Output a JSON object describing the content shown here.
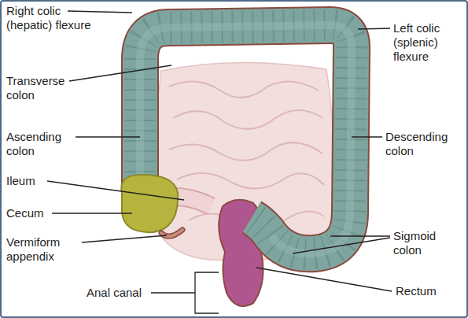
{
  "diagram": {
    "labels": [
      "Right colic (hepatic) flexure",
      "Left colic (splenic) flexure",
      "Transverse colon",
      "Ascending colon",
      "Descending colon",
      "Ileum",
      "Cecum",
      "Sigmoid colon",
      "Vermiform appendix",
      "Anal canal",
      "Rectum"
    ]
  }
}
